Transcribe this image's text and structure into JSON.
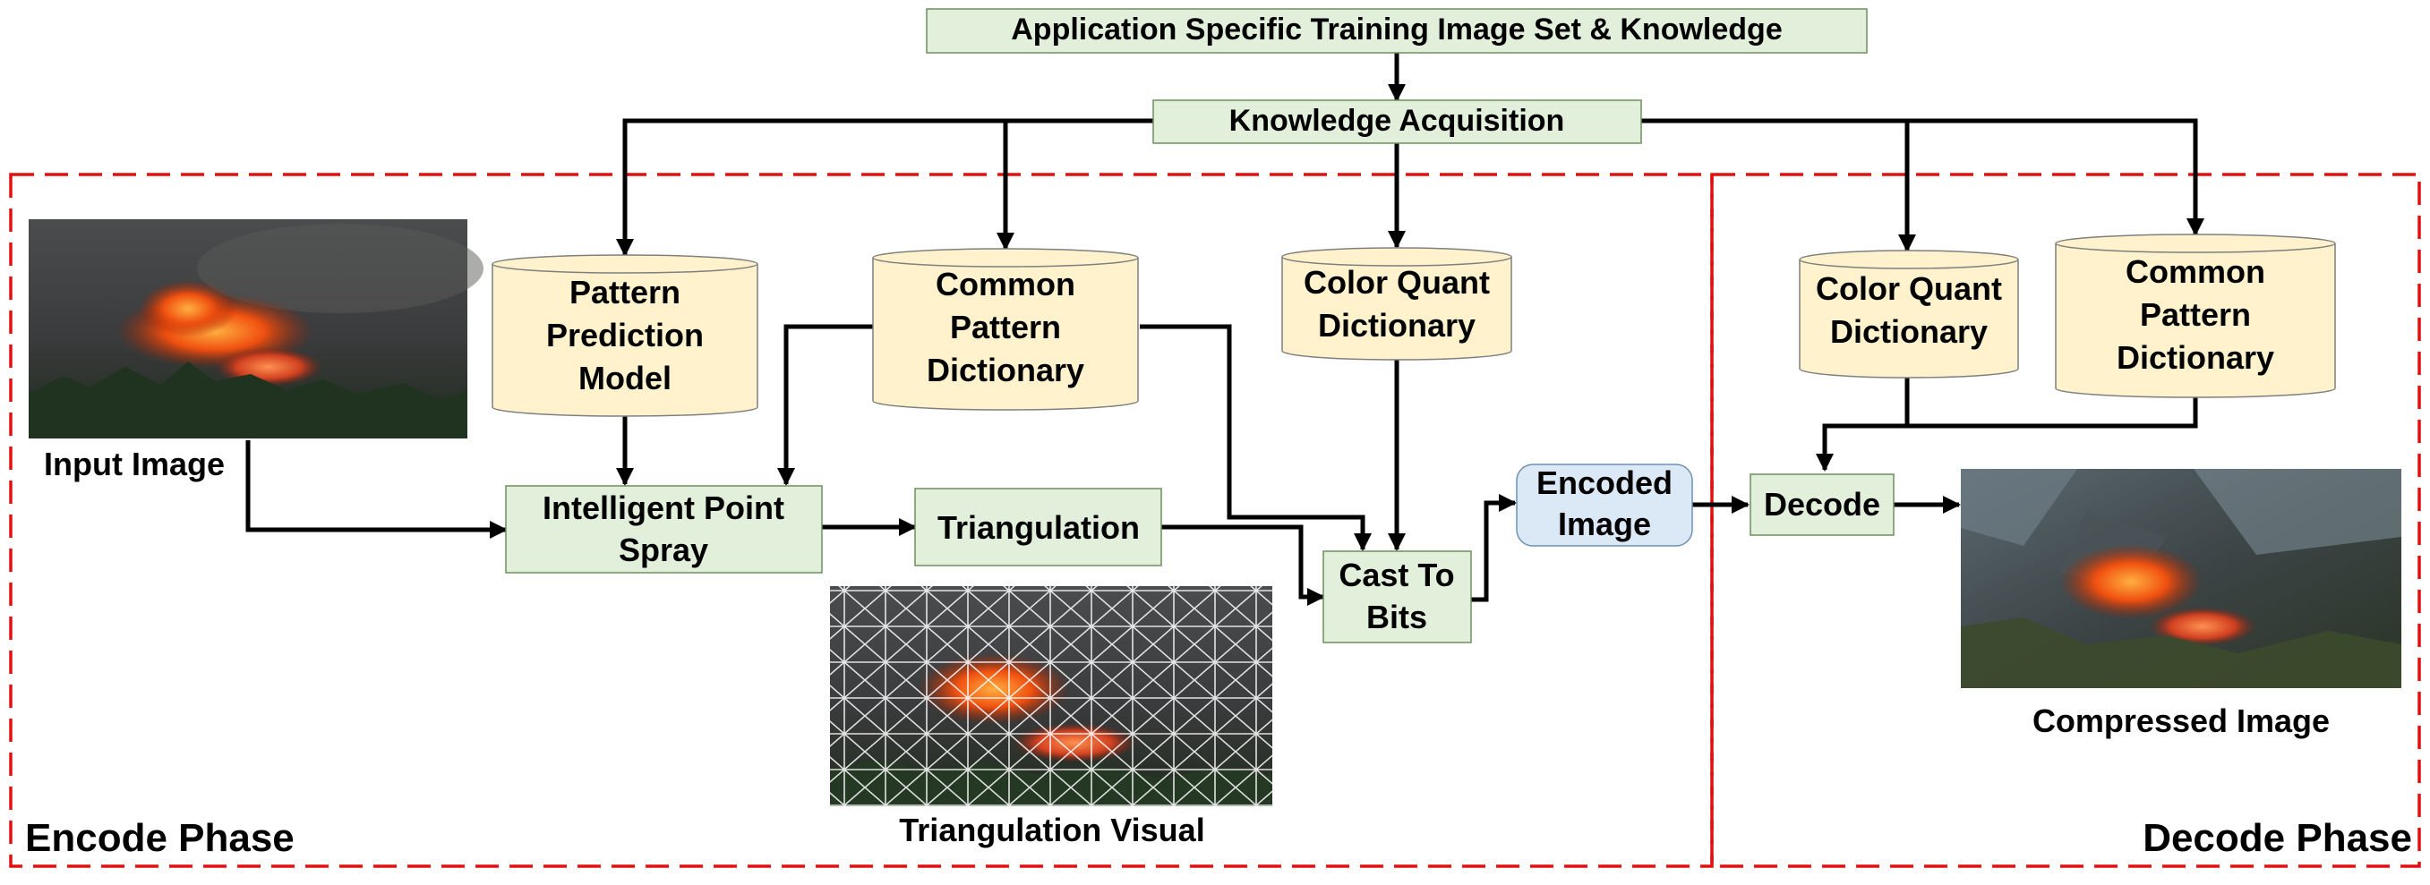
{
  "header": {
    "training_set": "Application Specific Training Image Set & Knowledge",
    "knowledge_acquisition": "Knowledge Acquisition"
  },
  "encode": {
    "phase_label": "Encode Phase",
    "input_image_label": "Input Image",
    "pattern_prediction_model": [
      "Pattern",
      "Prediction",
      "Model"
    ],
    "common_pattern_dictionary": [
      "Common",
      "Pattern",
      "Dictionary"
    ],
    "color_quant_dictionary": [
      "Color Quant",
      "Dictionary"
    ],
    "intelligent_point_spray": [
      "Intelligent Point",
      "Spray"
    ],
    "triangulation": "Triangulation",
    "triangulation_visual_label": "Triangulation Visual",
    "cast_to_bits": [
      "Cast To",
      "Bits"
    ],
    "encoded_image": [
      "Encoded",
      "Image"
    ]
  },
  "decode": {
    "phase_label": "Decode Phase",
    "color_quant_dictionary": [
      "Color Quant",
      "Dictionary"
    ],
    "common_pattern_dictionary": [
      "Common",
      "Pattern",
      "Dictionary"
    ],
    "decode": "Decode",
    "compressed_image_label": "Compressed Image"
  },
  "colors": {
    "process_box": "#e2efda",
    "database": "#fff2cc",
    "encoded_box": "#dbe8f5",
    "phase_border": "#e01010",
    "arrow": "#000000"
  }
}
